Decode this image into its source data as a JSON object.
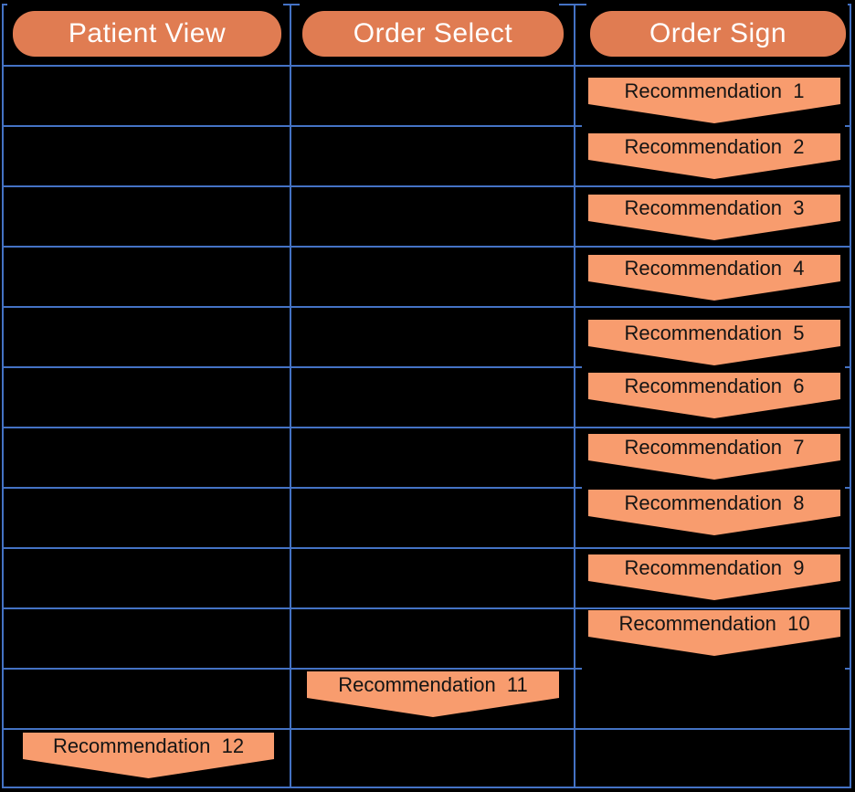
{
  "diagram": {
    "type": "swimlane-flow",
    "lanes": [
      {
        "id": "patient-view",
        "label": "Patient View"
      },
      {
        "id": "order-select",
        "label": "Order Select"
      },
      {
        "id": "order-sign",
        "label": "Order Sign"
      }
    ],
    "grid": {
      "rows": 12,
      "columns": 3
    },
    "recommendations": [
      {
        "label": "Recommendation  1",
        "lane": "Order Sign",
        "row": 1
      },
      {
        "label": "Recommendation  2",
        "lane": "Order Sign",
        "row": 2
      },
      {
        "label": "Recommendation  3",
        "lane": "Order Sign",
        "row": 3
      },
      {
        "label": "Recommendation  4",
        "lane": "Order Sign",
        "row": 4
      },
      {
        "label": "Recommendation  5",
        "lane": "Order Sign",
        "row": 5
      },
      {
        "label": "Recommendation  6",
        "lane": "Order Sign",
        "row": 6
      },
      {
        "label": "Recommendation  7",
        "lane": "Order Sign",
        "row": 7
      },
      {
        "label": "Recommendation  8",
        "lane": "Order Sign",
        "row": 8
      },
      {
        "label": "Recommendation  9",
        "lane": "Order Sign",
        "row": 9
      },
      {
        "label": "Recommendation  10",
        "lane": "Order Sign",
        "row": 10
      },
      {
        "label": "Recommendation  11",
        "lane": "Order Select",
        "row": 11
      },
      {
        "label": "Recommendation  12",
        "lane": "Patient View",
        "row": 12
      }
    ],
    "colors": {
      "background": "#000000",
      "grid_line": "#4472C4",
      "header_fill": "#E07C52",
      "header_text": "#FFFFFF",
      "shape_fill": "#F89C6E",
      "shape_text": "#141414"
    }
  }
}
